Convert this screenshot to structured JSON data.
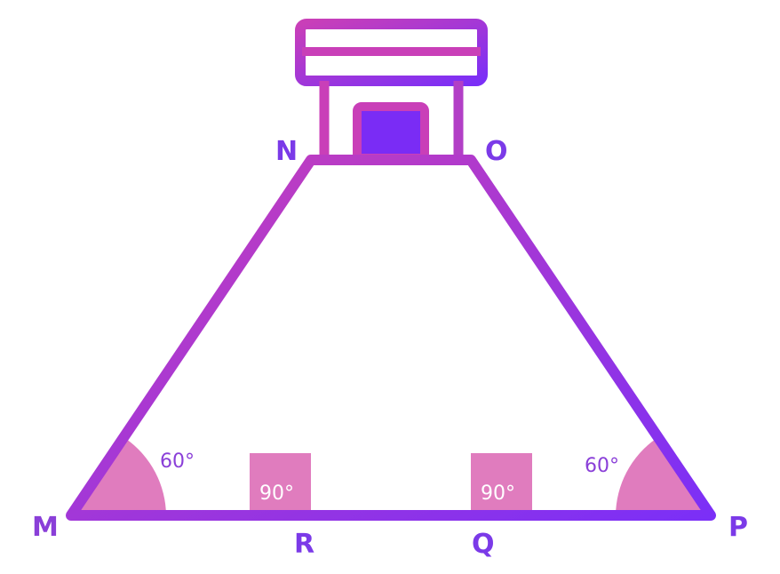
{
  "colors": {
    "magenta": "#c93fb8",
    "violet": "#7b2ff7",
    "angle_fill": "#e07cbe",
    "window_fill": "#7a2cf5",
    "background": "#ffffff"
  },
  "points": {
    "M": "M",
    "N": "N",
    "O": "O",
    "P": "P",
    "Q": "Q",
    "R": "R"
  },
  "angles": {
    "at_M": "60°",
    "at_P": "60°",
    "at_R": "90°",
    "at_Q": "90°"
  }
}
